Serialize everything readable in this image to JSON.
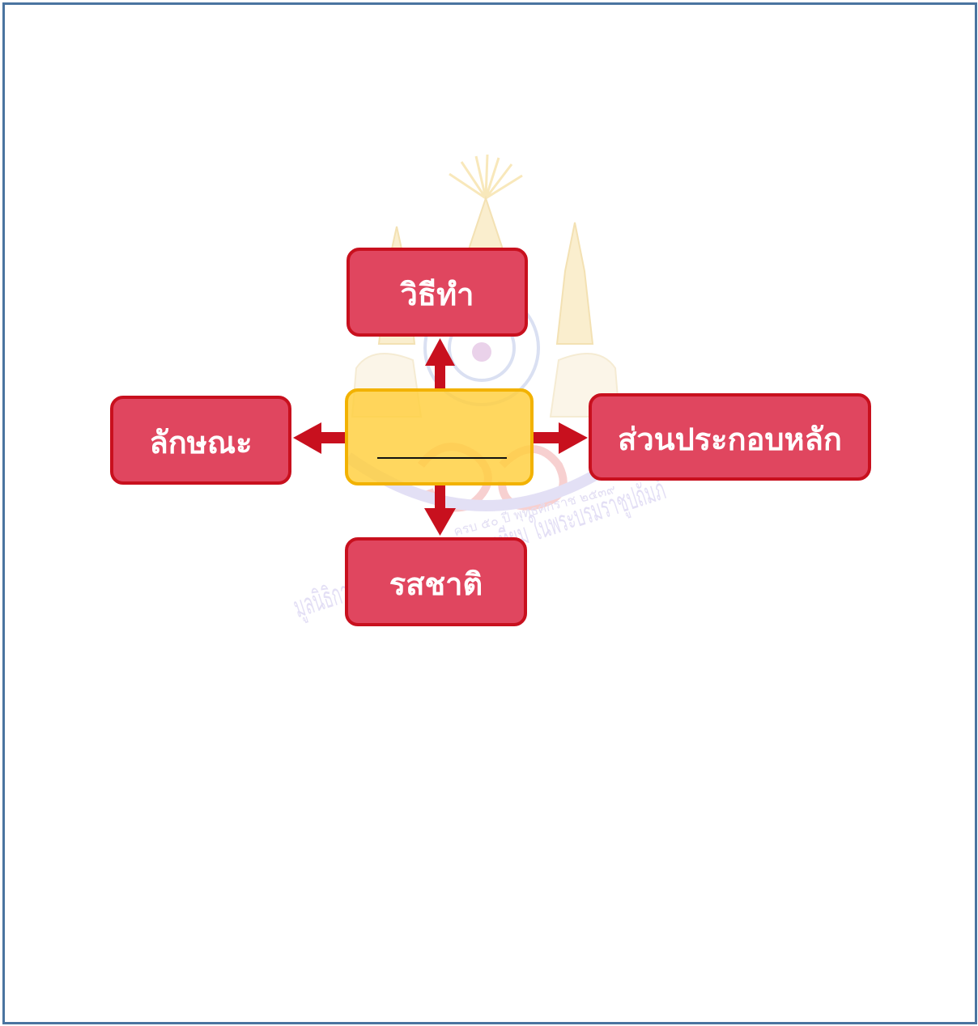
{
  "diagram": {
    "center_label": "",
    "nodes": {
      "top": "วิธีทำ",
      "left": "ลักษณะ",
      "right": "ส่วนประกอบหลัก",
      "bottom": "รสชาติ"
    },
    "watermark": {
      "seal_text": "ครบ ๕๐ ปี พุทธศักราช ๒๕๓๙",
      "script_text": "มูลนิธิการศึกษาทางไกลผ่านดาวเทียม ในพระบรมราชูปถัมภ์"
    }
  },
  "colors": {
    "frame_border": "#4a74a0",
    "node_fill": "#e0465f",
    "node_border": "#c8101e",
    "center_fill": "#ffce3c",
    "center_border": "#f2b200",
    "arrow": "#c8101e"
  }
}
